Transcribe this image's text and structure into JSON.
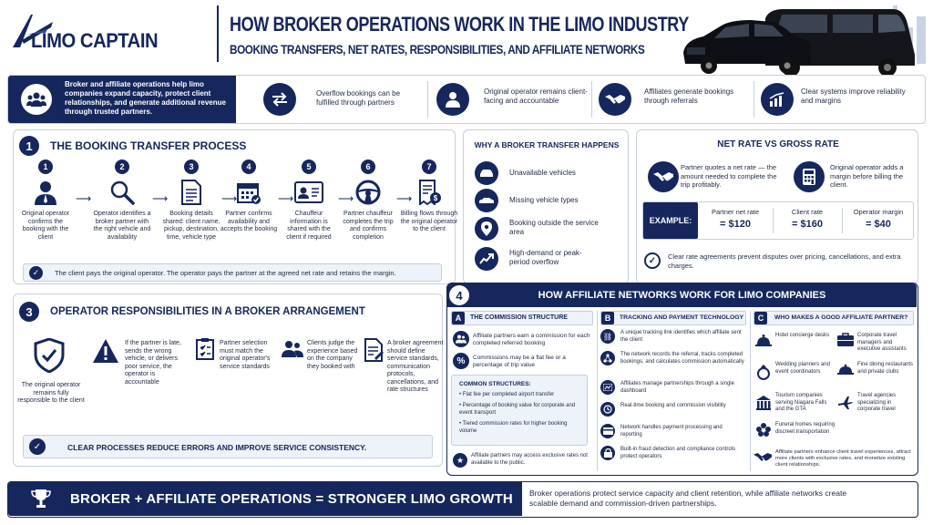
{
  "header": {
    "logo_text": "LIMO CAPTAIN",
    "title": "HOW BROKER OPERATIONS WORK IN THE LIMO INDUSTRY",
    "subtitle": "BOOKING TRANSFERS, NET RATES, RESPONSIBILITIES, AND AFFILIATE NETWORKS"
  },
  "intro": {
    "text": "Broker and affiliate operations help limo companies expand capacity, protect client relationships, and generate additional revenue through trusted partners.",
    "items": [
      {
        "icon": "swap-arrows-icon",
        "text": "Overflow bookings can be fulfilled through partners"
      },
      {
        "icon": "user-icon",
        "text": "Original operator remains client-facing and accountable"
      },
      {
        "icon": "handshake-icon",
        "text": "Affiliates generate bookings through referrals"
      },
      {
        "icon": "growth-chart-icon",
        "text": "Clear systems improve reliability and margins"
      }
    ]
  },
  "s1": {
    "num": "1",
    "title": "THE BOOKING TRANSFER PROCESS",
    "steps": [
      {
        "n": "1",
        "icon": "operator-icon",
        "text": "Original operator confirms the booking with the client"
      },
      {
        "n": "2",
        "icon": "search-icon",
        "text": "Operator identifies a broker partner with the right vehicle and availability"
      },
      {
        "n": "3",
        "icon": "document-icon",
        "text": "Booking details shared: client name, pickup, destination, time, vehicle type"
      },
      {
        "n": "4",
        "icon": "calendar-icon",
        "text": "Partner confirms availability and accepts the booking"
      },
      {
        "n": "5",
        "icon": "id-card-icon",
        "text": "Chauffeur information is shared with the client if required"
      },
      {
        "n": "6",
        "icon": "steering-wheel-icon",
        "text": "Partner chauffeur completes the trip and confirms completion"
      },
      {
        "n": "7",
        "icon": "invoice-icon",
        "text": "Billing flows through the original operator to the client"
      }
    ],
    "note": "The client pays the original operator. The operator pays the partner at the agreed net rate and retains the margin."
  },
  "why": {
    "title": "WHY A BROKER TRANSFER HAPPENS",
    "items": [
      {
        "icon": "car-icon",
        "text": "Unavailable vehicles"
      },
      {
        "icon": "car-side-icon",
        "text": "Missing vehicle types"
      },
      {
        "icon": "location-pin-icon",
        "text": "Booking outside the service area"
      },
      {
        "icon": "peak-icon",
        "text": "High-demand or peak-period overflow"
      }
    ]
  },
  "net": {
    "title": "NET RATE VS GROSS RATE",
    "left": "Partner quotes a net rate — the amount needed to complete the trip profitably.",
    "right": "Original operator adds a margin before billing the client.",
    "example_label": "EXAMPLE:",
    "cols": [
      {
        "label": "Partner net rate",
        "value": "= $120"
      },
      {
        "label": "Client rate",
        "value": "= $160"
      },
      {
        "label": "Operator margin",
        "value": "= $40"
      }
    ],
    "note": "Clear rate agreements prevent disputes over pricing, cancellations, and extra charges."
  },
  "s3": {
    "num": "3",
    "title": "OPERATOR RESPONSIBILITIES IN A BROKER ARRANGEMENT",
    "shield_text": "The original operator remains fully responsible to the client",
    "items": [
      {
        "icon": "warning-icon",
        "text": "If the partner is late, sends the wrong vehicle, or delivers poor service, the operator is accountable"
      },
      {
        "icon": "checklist-icon",
        "text": "Partner selection must match the original operator's service standards"
      },
      {
        "icon": "people-icon",
        "text": "Clients judge the experience based on the company they booked with"
      },
      {
        "icon": "agreement-icon",
        "text": "A broker agreement should define service standards, communication protocols, cancellations, and rate structures"
      }
    ],
    "banner": "CLEAR PROCESSES REDUCE ERRORS AND IMPROVE SERVICE CONSISTENCY."
  },
  "s4": {
    "num": "4",
    "title": "HOW AFFILIATE NETWORKS WORK FOR LIMO COMPANIES",
    "a": {
      "letter": "A",
      "title": "THE COMMISSION STRUCTURE",
      "items": [
        {
          "icon": "people-icon",
          "text": "Affiliate partners earn a commission for each completed referred booking"
        },
        {
          "icon": "percent-icon",
          "text": "Commissions may be a flat fee or a percentage of trip value"
        }
      ],
      "common_title": "COMMON STRUCTURES:",
      "common": [
        "Flat fee per completed airport transfer",
        "Percentage of booking value for corporate and event transport",
        "Tiered commission rates for higher booking volume"
      ],
      "footer": "Affiliate partners may access exclusive rates not available to the public."
    },
    "b": {
      "letter": "B",
      "title": "TRACKING AND PAYMENT TECHNOLOGY",
      "items": [
        {
          "icon": "link-icon",
          "text": "A unique tracking link identifies which affiliate sent the client"
        },
        {
          "icon": "network-icon",
          "text": "The network records the referral, tracks completed bookings, and calculates commission automatically"
        },
        {
          "icon": "dashboard-icon",
          "text": "Affiliates manage partnerships through a single dashboard"
        },
        {
          "icon": "clock-icon",
          "text": "Real-time booking and commission visibility"
        },
        {
          "icon": "card-icon",
          "text": "Network handles payment processing and reporting"
        },
        {
          "icon": "lock-icon",
          "text": "Built-in fraud detection and compliance controls protect operators"
        }
      ]
    },
    "c": {
      "letter": "C",
      "title": "WHO MAKES A GOOD AFFILIATE PARTNER?",
      "items": [
        {
          "icon": "bell-icon",
          "text": "Hotel concierge desks"
        },
        {
          "icon": "briefcase-icon",
          "text": "Corporate travel managers and executive assistants"
        },
        {
          "icon": "ring-icon",
          "text": "Wedding planners and event coordinators"
        },
        {
          "icon": "dining-icon",
          "text": "Fine dining restaurants and private clubs"
        },
        {
          "icon": "building-icon",
          "text": "Tourism companies serving Niagara Falls and the GTA"
        },
        {
          "icon": "plane-icon",
          "text": "Travel agencies specializing in corporate travel"
        },
        {
          "icon": "flower-icon",
          "text": "Funeral homes requiring discreet transportation"
        }
      ],
      "footer": "Affiliate partners enhance client travel experiences, attract more clients with exclusive rates, and monetize existing client relationships."
    }
  },
  "footer": {
    "headline": "BROKER + AFFILIATE OPERATIONS = STRONGER LIMO GROWTH",
    "text": "Broker operations protect service capacity and client retention, while affiliate networks create scalable demand and commission-driven partnerships."
  },
  "colors": {
    "navy": "#15275c",
    "light": "#eef2f9",
    "border": "#c6cfe0"
  }
}
